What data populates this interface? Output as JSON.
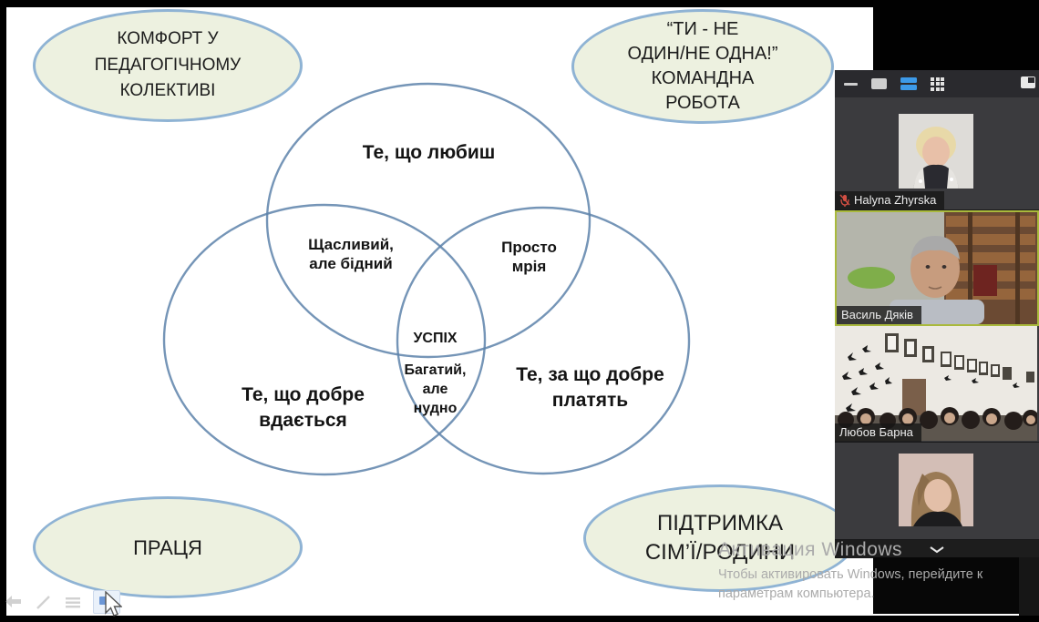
{
  "slide": {
    "bubbles": [
      {
        "id": "comfort",
        "text": "КОМФОРТ У\nПЕДАГОГІЧНОМУ\nКОЛЕКТИВІ"
      },
      {
        "id": "teamwork",
        "text": "“ТИ - НЕ\nОДИН/НЕ ОДНА!”\nКОМАНДНА\nРОБОТА"
      },
      {
        "id": "labor",
        "text": "ПРАЦЯ"
      },
      {
        "id": "family",
        "text": "ПІДТРИМКА\nСІМ’Ї/РОДИНИ"
      }
    ],
    "venn": {
      "top_circle": "Те, що любиш",
      "left_circle": "Те, що добре\nвдається",
      "right_circle": "Те, за що добре\nплатять",
      "overlap_top_left": "Щасливий,\nале бідний",
      "overlap_top_right": "Просто\nмрія",
      "center": "УСПІХ",
      "overlap_bottom": "Багатий,\nале\nнудно"
    }
  },
  "meeting_panel": {
    "toolbar": {
      "icons": [
        "minimize",
        "speaker-view",
        "gallery-view",
        "grid-view",
        "popout"
      ],
      "active_view": "gallery-view"
    },
    "participants": [
      {
        "name": "Halyna Zhyrska",
        "muted": true,
        "display": "avatar",
        "active_speaker": false
      },
      {
        "name": "Василь Дяків",
        "muted": false,
        "display": "video",
        "active_speaker": true
      },
      {
        "name": "Любов Барна",
        "muted": false,
        "display": "video",
        "active_speaker": false
      },
      {
        "name": "",
        "muted": false,
        "display": "avatar",
        "active_speaker": false
      }
    ]
  },
  "watermark": {
    "title": "Активация Windows",
    "line1": "Чтобы активировать Windows, перейдите к",
    "line2": "параметрам компьютера."
  },
  "annotation_toolbar": {
    "icons": [
      "undo-arrow",
      "pen",
      "highlighter-lines",
      "pointer"
    ],
    "selected": "pointer"
  },
  "colors": {
    "bubble_fill": "#edf1e0",
    "bubble_stroke": "#8fb3d4",
    "venn_stroke": "#5d82aa",
    "active_speaker_border": "#a9b93c",
    "gallery_active_blue": "#3d9ae8",
    "muted_mic_red": "#d34f43"
  }
}
